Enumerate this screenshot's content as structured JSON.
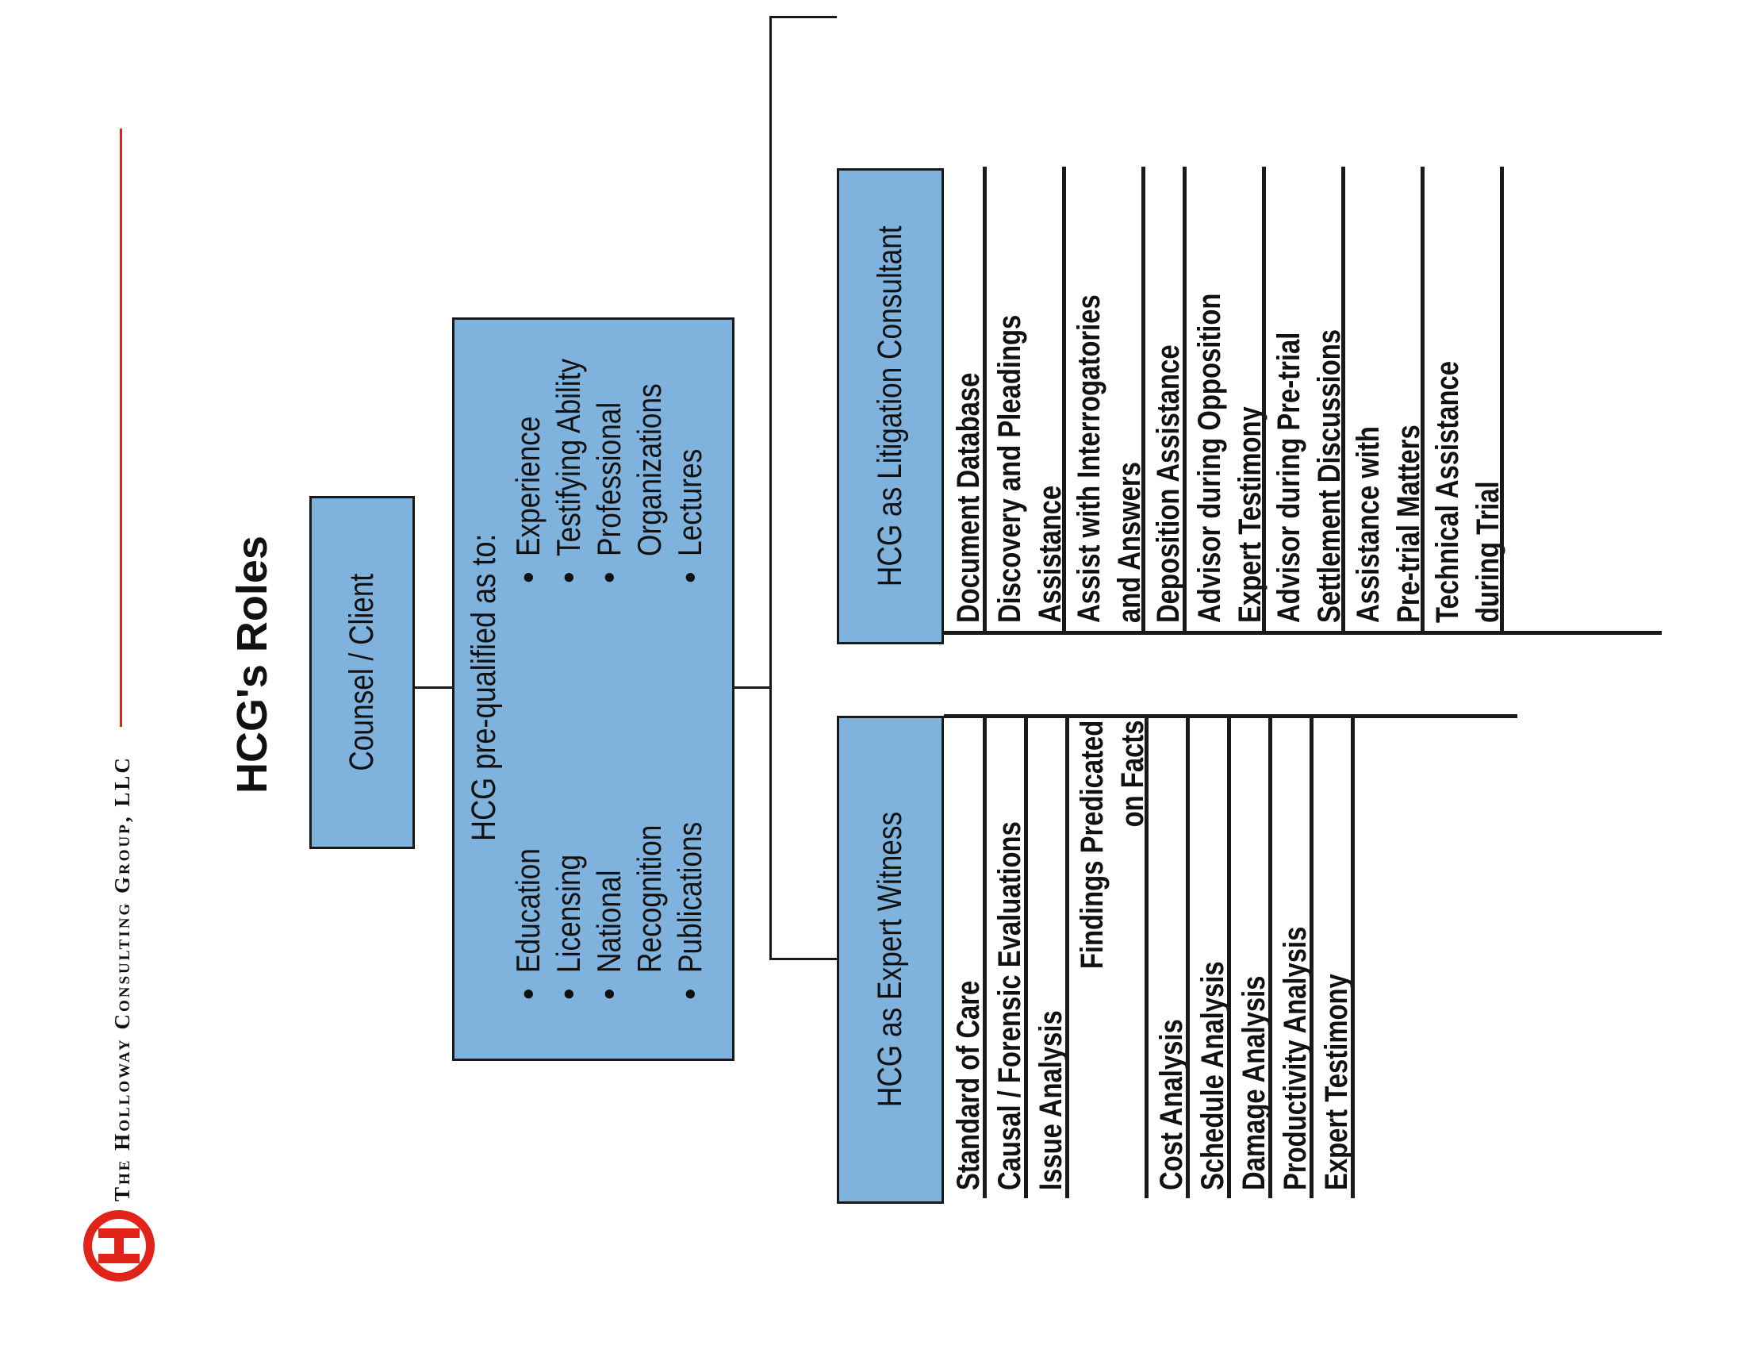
{
  "logo": {
    "mark": "H",
    "icon": "hcg-logo-icon",
    "company_name": "The Holloway Consulting Group, LLC",
    "accent_color": "#e2231a"
  },
  "title": "HCG's Roles",
  "nodes": {
    "root": "Counsel / Client",
    "prequal": {
      "heading": "HCG pre-qualified as to:",
      "col1": [
        "Education",
        "Licensing",
        "National",
        "Recognition",
        "Publications"
      ],
      "col2": [
        "Experience",
        "Testifying Ability",
        "Professional",
        "Organizations",
        "Lectures"
      ]
    },
    "expert": "HCG as Expert Witness",
    "litigation": "HCG as Litigation Consultant"
  },
  "expert_items": [
    [
      "Standard of Care"
    ],
    [
      "Causal / Forensic Evaluations"
    ],
    [
      "Issue Analysis"
    ],
    [
      "Findings Predicated",
      "on Facts"
    ],
    [
      "Cost Analysis"
    ],
    [
      "Schedule Analysis"
    ],
    [
      "Damage Analysis"
    ],
    [
      "Productivity Analysis"
    ],
    [
      "Expert Testimony"
    ]
  ],
  "litigation_items": [
    [
      "Document Database"
    ],
    [
      "Discovery and Pleadings",
      "Assistance"
    ],
    [
      "Assist with Interrogatories",
      "and Answers"
    ],
    [
      "Deposition Assistance"
    ],
    [
      "Advisor during Opposition",
      "Expert Testimony"
    ],
    [
      "Advisor during Pre-trial",
      "Settlement Discussions"
    ],
    [
      "Assistance with",
      "Pre-trial Matters"
    ],
    [
      "Technical Assistance",
      "during Trial"
    ]
  ],
  "colors": {
    "box_fill": "#7fb2dc",
    "line": "#1a1a1a",
    "text": "#111111"
  }
}
